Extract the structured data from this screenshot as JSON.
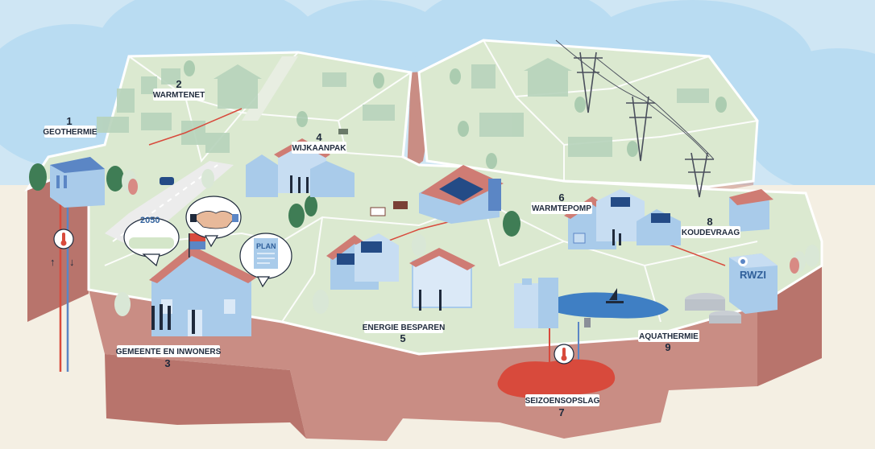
{
  "labels": [
    {
      "id": "geothermie",
      "number": "1",
      "text": "GEOTHERMIE"
    },
    {
      "id": "warmtenet",
      "number": "2",
      "text": "WARMTENET"
    },
    {
      "id": "gemeente",
      "number": "3",
      "text": "GEMEENTE EN INWONERS"
    },
    {
      "id": "wijkaanpak",
      "number": "4",
      "text": "WIJKAANPAK"
    },
    {
      "id": "energie",
      "number": "5",
      "text": "ENERGIE BESPAREN"
    },
    {
      "id": "warmtepomp",
      "number": "6",
      "text": "WARMTEPOMP"
    },
    {
      "id": "seizoensopslag",
      "number": "7",
      "text": "SEIZOENSOPSLAG"
    },
    {
      "id": "koudevraag",
      "number": "8",
      "text": "KOUDEVRAAG"
    },
    {
      "id": "aquathermie",
      "number": "9",
      "text": "AQUATHERMIE"
    }
  ],
  "bubbles": {
    "year": "2050",
    "plan": "PLAN"
  },
  "building": {
    "rwzi": "RWZI"
  },
  "colors": {
    "sky": "#cfe6f4",
    "ground": "#f4efe3",
    "land": "#dbe9d0",
    "cliff": "#c98d84",
    "cliffDark": "#b8746c",
    "water": "#3f7fc4",
    "reservoir": "#d84a3c",
    "house": "#a9cbea",
    "roof": "#cf7c74",
    "text": "#1f2a3c"
  }
}
